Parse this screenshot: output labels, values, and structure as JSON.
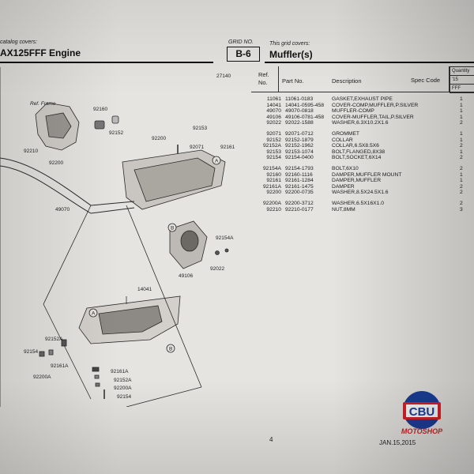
{
  "header": {
    "catalog_covers": "catalog covers:",
    "engine": "AX125FFF Engine",
    "grid_no_label": "GRID NO.",
    "grid_no": "B-6",
    "grid_covers_label": "This grid covers:",
    "grid_title": "Muffler(s)"
  },
  "table_header": {
    "ref_no": "Ref. No.",
    "part_no": "Part No.",
    "description": "Description",
    "spec_code": "Spec Code",
    "quantity": "Quantity",
    "year": "'15",
    "model": "FFF"
  },
  "parts": [
    {
      "ref": "11061",
      "part": "11061-0183",
      "desc": "GASKET,EXHAUST PIPE",
      "qty": "1"
    },
    {
      "ref": "14041",
      "part": "14041-0595-458",
      "desc": "COVER-COMP,MUFFLER,P.SILVER",
      "qty": "1"
    },
    {
      "ref": "49070",
      "part": "49070-0818",
      "desc": "MUFFLER-COMP",
      "qty": "1"
    },
    {
      "ref": "49106",
      "part": "49106-0781-458",
      "desc": "COVER-MUFFLER,TAIL,P.SILVER",
      "qty": "1"
    },
    {
      "ref": "92022",
      "part": "92022-1588",
      "desc": "WASHER,6.3X10.2X1.6",
      "qty": "2"
    },
    {
      "ref": "92071",
      "part": "92071-0712",
      "desc": "GROMMET",
      "qty": "1"
    },
    {
      "ref": "92152",
      "part": "92152-1879",
      "desc": "COLLAR",
      "qty": "1"
    },
    {
      "ref": "92152A",
      "part": "92152-1962",
      "desc": "COLLAR,6.5X8.5X6",
      "qty": "2"
    },
    {
      "ref": "92153",
      "part": "92153-1074",
      "desc": "BOLT,FLANGED,8X38",
      "qty": "1"
    },
    {
      "ref": "92154",
      "part": "92154-0400",
      "desc": "BOLT,SOCKET,6X14",
      "qty": "2"
    },
    {
      "ref": "92154A",
      "part": "92154-1793",
      "desc": "BOLT,6X10",
      "qty": "2"
    },
    {
      "ref": "92160",
      "part": "92160-1116",
      "desc": "DAMPER,MUFFLER MOUNT",
      "qty": "1"
    },
    {
      "ref": "92161",
      "part": "92161-1284",
      "desc": "DAMPER,MUFFLER",
      "qty": "1"
    },
    {
      "ref": "92161A",
      "part": "92161-1475",
      "desc": "DAMPER",
      "qty": "2"
    },
    {
      "ref": "92200",
      "part": "92200-0735",
      "desc": "WASHER,8.5X24.5X1.6",
      "qty": "2"
    },
    {
      "ref": "92200A",
      "part": "92200-3712",
      "desc": "WASHER,6.5X16X1.0",
      "qty": "2"
    },
    {
      "ref": "92210",
      "part": "92210-0177",
      "desc": "NUT,8MM",
      "qty": "3"
    }
  ],
  "diagram_labels": {
    "ref_frame": "Ref. Frame",
    "l92160": "92160",
    "l92152": "92152",
    "l92153": "92153",
    "l92210": "92210",
    "l92200": "92200",
    "l92200b": "92200",
    "l92071": "92071",
    "l92161": "92161",
    "l49070": "49070",
    "l92154A": "92154A",
    "l92022": "92022",
    "l49106": "49106",
    "l14041": "14041",
    "l92152A": "92152A",
    "l92154": "92154",
    "l92161A": "92161A",
    "l92200A": "92200A",
    "l92161A_b": "92161A",
    "l92152A_b": "92152A",
    "l92200A_b": "92200A",
    "l92154_b": "92154",
    "callout_a": "A",
    "callout_b": "B",
    "code_27140": "27140"
  },
  "footer": {
    "page": "4",
    "date": "JAN.15,2015",
    "logo_main": "CBU",
    "logo_sub": "MOTOSHOP"
  }
}
